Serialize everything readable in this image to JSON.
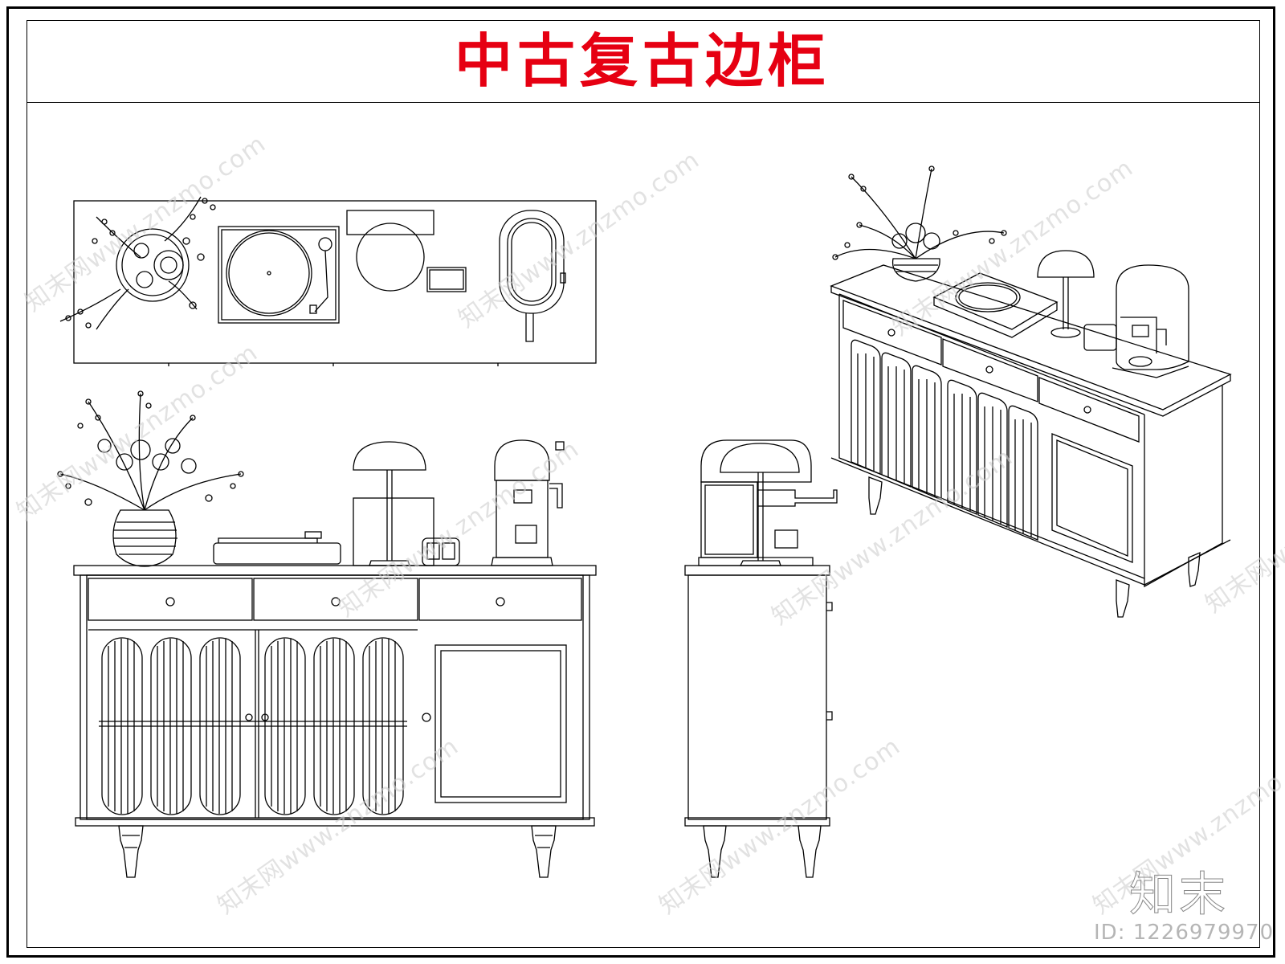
{
  "title": "中古复古边柜",
  "watermark": {
    "text": "知末网www.znzmo.com"
  },
  "brand": {
    "logo_text": "知末",
    "id_label": "ID: 1226979970"
  },
  "colors": {
    "title": "#e60012",
    "line": "#000000",
    "watermark": "#cfcfcf"
  }
}
